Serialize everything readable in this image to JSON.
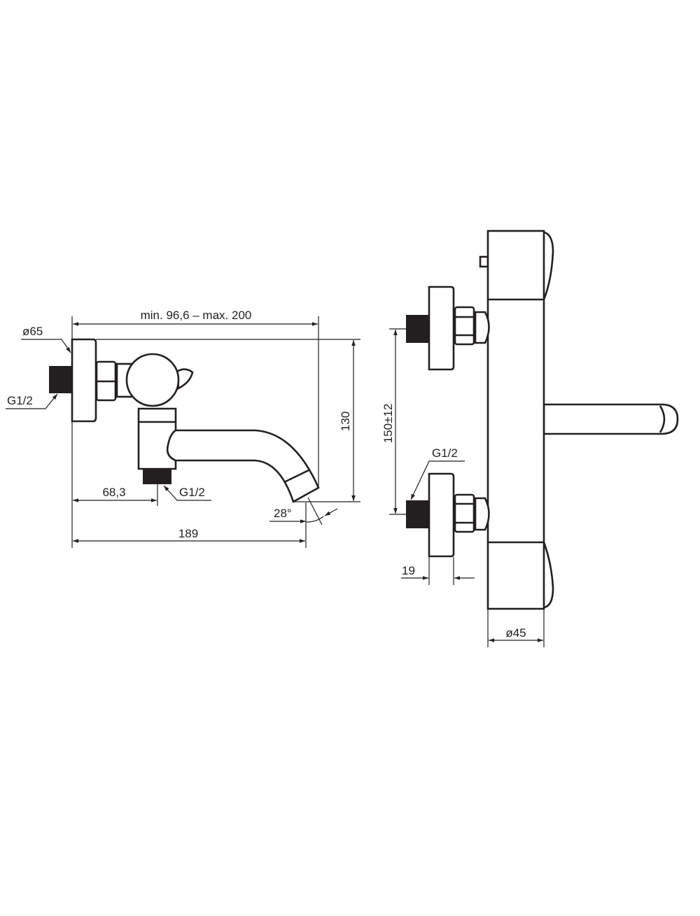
{
  "side_view": {
    "projection_label": "min. 96,6 – max. 200",
    "plate_diameter": "ø65",
    "inlet_thread": "G1/2",
    "height": "130",
    "outlet_offset": "68,3",
    "outlet_thread": "G1/2",
    "spout_angle": "28°",
    "total_length": "189"
  },
  "front_view": {
    "inlet_spacing": "150±12",
    "inlet_thread": "G1/2",
    "plate_depth": "19",
    "body_diameter": "ø45"
  },
  "colors": {
    "line": "#231f20",
    "background": "#ffffff"
  }
}
